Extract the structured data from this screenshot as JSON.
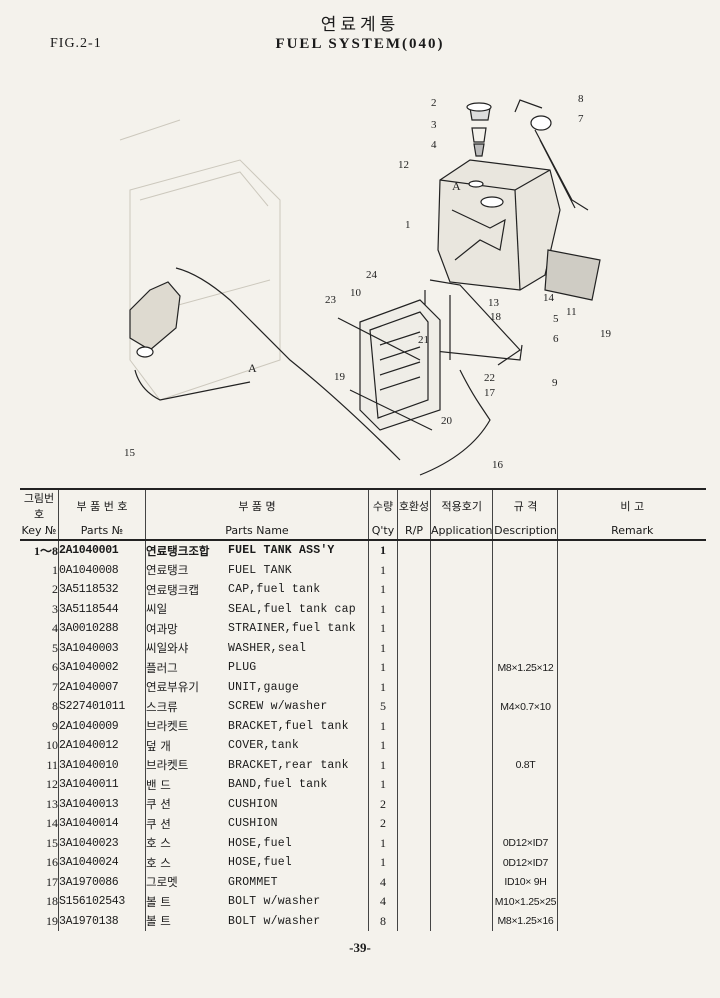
{
  "header": {
    "fig_label": "FIG.2-1",
    "title_korean": "연료계통",
    "title_english": "FUEL SYSTEM(040)"
  },
  "diagram": {
    "callouts": [
      "1",
      "2",
      "3",
      "4",
      "5",
      "6",
      "7",
      "8",
      "9",
      "10",
      "11",
      "12",
      "13",
      "14",
      "15",
      "16",
      "17",
      "18",
      "19",
      "19",
      "20",
      "21",
      "22",
      "23",
      "24",
      "A",
      "A"
    ]
  },
  "table": {
    "headers_top": [
      "그림번호",
      "부 품 번 호",
      "부 품 명",
      "수량",
      "호환성",
      "적용호기",
      "규 격",
      "비 고"
    ],
    "headers_bottom": [
      "Key №",
      "Parts №",
      "Parts Name",
      "Q'ty",
      "R/P",
      "Application",
      "Description",
      "Remark"
    ],
    "rows": [
      {
        "key": "1～8",
        "part_no": "2A1040001",
        "name_ko": "연료탱크조합",
        "name_en": "FUEL TANK ASS'Y",
        "qty": "1",
        "desc": ""
      },
      {
        "key": "1",
        "part_no": "0A1040008",
        "name_ko": "연료탱크",
        "name_en": "FUEL TANK",
        "qty": "1",
        "desc": ""
      },
      {
        "key": "2",
        "part_no": "3A5118532",
        "name_ko": "연료탱크캡",
        "name_en": "CAP,fuel tank",
        "qty": "1",
        "desc": ""
      },
      {
        "key": "3",
        "part_no": "3A5118544",
        "name_ko": "씨일",
        "name_en": "SEAL,fuel tank cap",
        "qty": "1",
        "desc": ""
      },
      {
        "key": "4",
        "part_no": "3A0010288",
        "name_ko": "여과망",
        "name_en": "STRAINER,fuel tank",
        "qty": "1",
        "desc": ""
      },
      {
        "key": "5",
        "part_no": "3A1040003",
        "name_ko": "씨일와샤",
        "name_en": "WASHER,seal",
        "qty": "1",
        "desc": ""
      },
      {
        "key": "6",
        "part_no": "3A1040002",
        "name_ko": "플러그",
        "name_en": "PLUG",
        "qty": "1",
        "desc": "M8×1.25×12"
      },
      {
        "key": "7",
        "part_no": "2A1040007",
        "name_ko": "연료부유기",
        "name_en": "UNIT,gauge",
        "qty": "1",
        "desc": ""
      },
      {
        "key": "8",
        "part_no": "S227401011",
        "name_ko": "스크류",
        "name_en": "SCREW w/washer",
        "qty": "5",
        "desc": "M4×0.7×10"
      },
      {
        "key": "9",
        "part_no": "2A1040009",
        "name_ko": "브라켓트",
        "name_en": "BRACKET,fuel tank",
        "qty": "1",
        "desc": ""
      },
      {
        "key": "10",
        "part_no": "2A1040012",
        "name_ko": "덮 개",
        "name_en": "COVER,tank",
        "qty": "1",
        "desc": ""
      },
      {
        "key": "11",
        "part_no": "3A1040010",
        "name_ko": "브라켓트",
        "name_en": "BRACKET,rear tank",
        "qty": "1",
        "desc": "0.8T"
      },
      {
        "key": "12",
        "part_no": "3A1040011",
        "name_ko": "밴 드",
        "name_en": "BAND,fuel tank",
        "qty": "1",
        "desc": ""
      },
      {
        "key": "13",
        "part_no": "3A1040013",
        "name_ko": "쿠 션",
        "name_en": "CUSHION",
        "qty": "2",
        "desc": ""
      },
      {
        "key": "14",
        "part_no": "3A1040014",
        "name_ko": "쿠 션",
        "name_en": "CUSHION",
        "qty": "2",
        "desc": ""
      },
      {
        "key": "15",
        "part_no": "3A1040023",
        "name_ko": "호 스",
        "name_en": "HOSE,fuel",
        "qty": "1",
        "desc": "0D12×ID7"
      },
      {
        "key": "16",
        "part_no": "3A1040024",
        "name_ko": "호 스",
        "name_en": "HOSE,fuel",
        "qty": "1",
        "desc": "0D12×ID7"
      },
      {
        "key": "17",
        "part_no": "3A1970086",
        "name_ko": "그로멧",
        "name_en": "GROMMET",
        "qty": "4",
        "desc": "ID10× 9H"
      },
      {
        "key": "18",
        "part_no": "S156102543",
        "name_ko": "볼 트",
        "name_en": "BOLT w/washer",
        "qty": "4",
        "desc": "M10×1.25×25"
      },
      {
        "key": "19",
        "part_no": "3A1970138",
        "name_ko": "볼 트",
        "name_en": "BOLT w/washer",
        "qty": "8",
        "desc": "M8×1.25×16"
      }
    ]
  },
  "footer": {
    "page_number": "-39-"
  }
}
